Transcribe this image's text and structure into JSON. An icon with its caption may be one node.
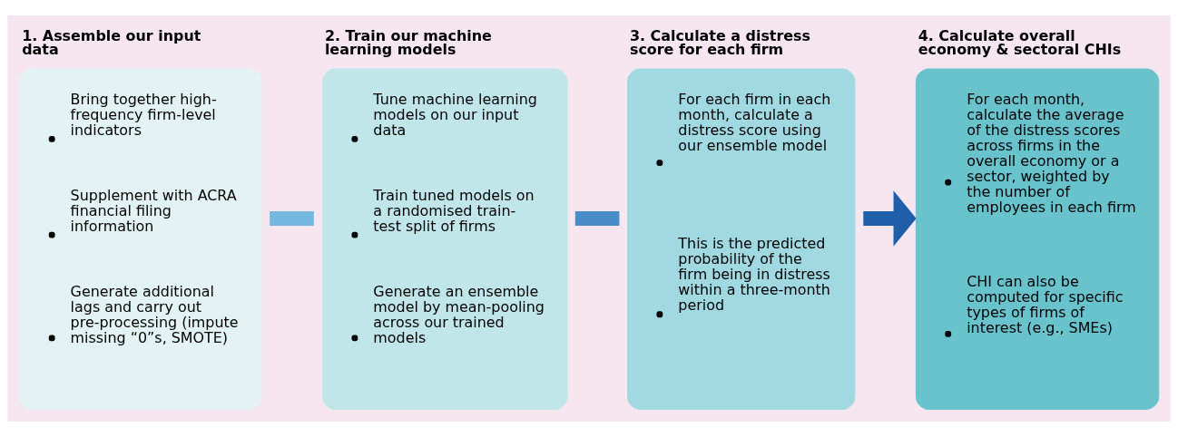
{
  "diagram": {
    "nodes": [
      {
        "text": [
          "1. Assemble our input data",
          "Bring together high-frequency firm-level indicators",
          "Supplement with ACRA financial filing information",
          "Generate additional lags and carry out pre-processing (impute missing “0”s, SMOTE)"
        ]
      },
      {
        "text": [
          "2. Train our machine learning models",
          "Tune machine learning models on our input data",
          "Train tuned models on a randomised train-test split of firms",
          "Generate an ensemble model by mean-pooling across our trained models"
        ]
      },
      {
        "text": [
          "3. Calculate a distress score for each firm",
          "For each firm in each month, calculate a distress score using our ensemble model",
          "This is the predicted probability of the firm being in distress within a three-month period"
        ]
      },
      {
        "text": [
          "4. Calculate overall economy & sectoral CHIs",
          "For each month, calculate the average of the distress scores across firms in the overall economy or a sector, weighted by the number of employees in each firm",
          "CHI can also be computed for specific types of firms of interest (e.g., SMEs)"
        ]
      }
    ],
    "edges": [
      {
        "from": 0,
        "to": 1,
        "arrow": "none",
        "color": "#76b9e0"
      },
      {
        "from": 1,
        "to": 2,
        "arrow": "none",
        "color": "#4a8cca"
      },
      {
        "from": 2,
        "to": 3,
        "arrow": "to",
        "color": "#1f5ea8"
      }
    ]
  }
}
